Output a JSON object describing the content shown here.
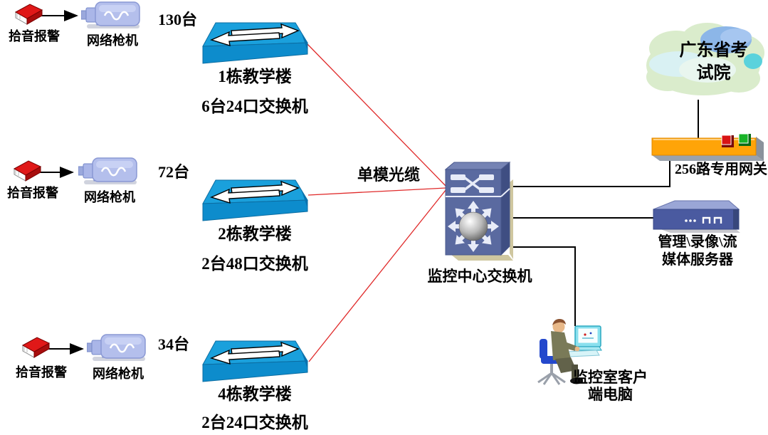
{
  "clusters": [
    {
      "alarm": "拾音报警",
      "camera": "网络枪机",
      "count": "130台",
      "building": "1栋教学楼",
      "switches": "6台24口交换机"
    },
    {
      "alarm": "拾音报警",
      "camera": "网络枪机",
      "count": "72台",
      "building": "2栋教学楼",
      "switches": "2台48口交换机"
    },
    {
      "alarm": "拾音报警",
      "camera": "网络枪机",
      "count": "34台",
      "building": "4栋教学楼",
      "switches": "2台24口交换机"
    }
  ],
  "center": {
    "label": "监控中心交换机",
    "fiber": "单模光缆"
  },
  "cloud": {
    "line1": "广东省考",
    "line2": "试院"
  },
  "gateway": {
    "label": "256路专用网关"
  },
  "server": {
    "line1": "管理\\录像\\流",
    "line2": "媒体服务器"
  },
  "client": {
    "line1": "监控室客户",
    "line2": "端电脑"
  },
  "colors": {
    "fiber_link": "#e02a2a",
    "lan_link": "#000000",
    "switch_top": "#1aa0dc",
    "switch_front": "#0d8ccc",
    "core_switch_front": "#5a6aa0",
    "gateway_orange": "#ffa408",
    "server_front": "#4a5aa0",
    "cloud_green": "#daeccc"
  }
}
